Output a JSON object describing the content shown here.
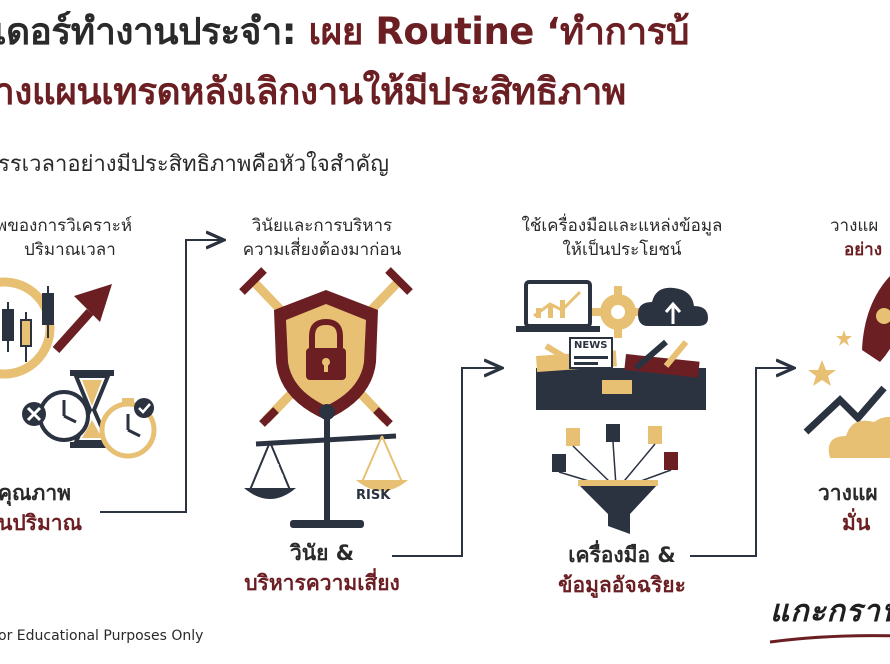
{
  "title": {
    "line1_dark": "เดอร์ทำงานประจำ: ",
    "line1_accent": "เผย Routine ‘ทำการบ้",
    "line2": "างแผนเทรดหลังเลิกงานให้มีประสิทธิภาพ"
  },
  "subtitle": "รรเวลาอย่างมีประสิทธิภาพคือหัวใจสำคัญ",
  "columns": [
    {
      "head_line1": "พของการวิเคราะห์",
      "head_line2": "ปริมาณเวลา",
      "foot_line1": "คุณภาพ",
      "foot_line2": "นปริมาณ"
    },
    {
      "head_line1": "วินัยและการบริหาร",
      "head_line2": "ความเสี่ยงต้องมาก่อน",
      "foot_line1": "วินัย &",
      "foot_line2": "บริหารความเสี่ยง",
      "scale_left": "%",
      "scale_right": "RISK"
    },
    {
      "head_line1": "ใช้เครื่องมือและแหล่งข้อมูล",
      "head_line2": "ให้เป็นประโยชน์",
      "foot_line1": "เครื่องมือ &",
      "foot_line2": "ข้อมูลอัจฉริยะ",
      "news_label": "NEWS"
    },
    {
      "head_line1": "วางแผ",
      "head_line2": "อย่าง",
      "foot_line1": "วางแผ",
      "foot_line2": "มั่น"
    }
  ],
  "footer": "or Educational Purposes Only",
  "signature": "แกะกราฟ",
  "colors": {
    "maroon": "#6b1f23",
    "gold": "#e8c074",
    "navy": "#2b3240",
    "dark": "#2a2a2a"
  }
}
